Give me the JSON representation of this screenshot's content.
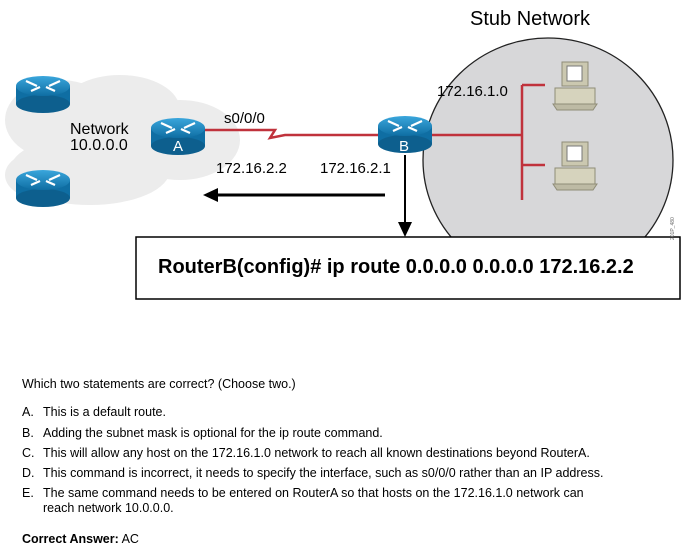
{
  "diagram": {
    "stub_network_label": "Stub Network",
    "cloud_label_line1": "Network",
    "cloud_label_line2": "10.0.0.0",
    "router_a_label": "A",
    "router_b_label": "B",
    "interface_label": "s0/0/0",
    "ip_a": "172.16.2.2",
    "ip_b": "172.16.2.1",
    "stub_subnet": "172.16.1.0",
    "watermark": "201P_480",
    "command": "RouterB(config)# ip route 0.0.0.0 0.0.0.0 172.16.2.2",
    "colors": {
      "router": "#1b8ac4",
      "link": "#c0323c",
      "stub_area": "#d7d7d9",
      "pc": "#d6d3bd"
    }
  },
  "question": {
    "prompt": "Which two statements are correct? (Choose two.)",
    "options": [
      {
        "letter": "A.",
        "text": "This is a default route."
      },
      {
        "letter": "B.",
        "text": "Adding the subnet mask is optional for the ip route command."
      },
      {
        "letter": "C.",
        "text": "This will allow any host on the 172.16.1.0 network to reach all known destinations beyond RouterA."
      },
      {
        "letter": "D.",
        "text": "This command is incorrect, it needs to specify the interface, such as s0/0/0 rather than an IP address."
      },
      {
        "letter": "E.",
        "text": "The same command needs to be entered on RouterA so that hosts on the 172.16.1.0 network can reach network 10.0.0.0."
      }
    ],
    "answer_label": "Correct Answer:",
    "answer_value": "AC"
  }
}
